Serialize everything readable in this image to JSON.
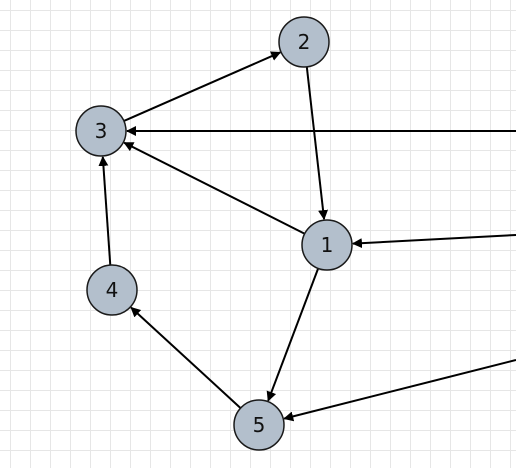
{
  "colors": {
    "node_fill": "#b3bfcc",
    "node_stroke": "#1a1a1a",
    "edge": "#000000",
    "grid": "#e6e6e6"
  },
  "nodes": [
    {
      "id": "1",
      "label": "1"
    },
    {
      "id": "2",
      "label": "2"
    },
    {
      "id": "3",
      "label": "3"
    },
    {
      "id": "4",
      "label": "4"
    },
    {
      "id": "5",
      "label": "5"
    }
  ],
  "edges": [
    {
      "from": "2",
      "to": "1"
    },
    {
      "from": "3",
      "to": "2"
    },
    {
      "from": "1",
      "to": "3"
    },
    {
      "from": "4",
      "to": "3"
    },
    {
      "from": "1",
      "to": "5"
    },
    {
      "from": "5",
      "to": "4"
    },
    {
      "from": "offscreen-right",
      "to": "3"
    },
    {
      "from": "offscreen-right",
      "to": "1"
    },
    {
      "from": "offscreen-right",
      "to": "5"
    }
  ]
}
